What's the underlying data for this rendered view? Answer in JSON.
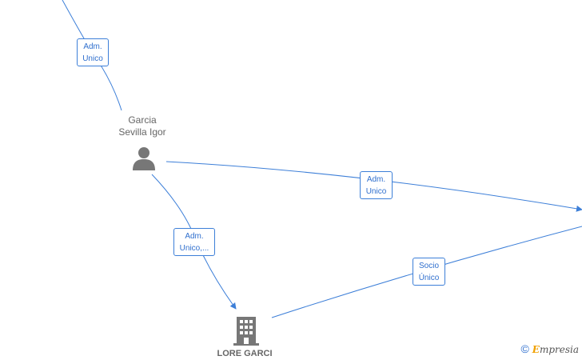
{
  "nodes": {
    "person": {
      "name_line1": "Garcia",
      "name_line2": "Sevilla Igor"
    },
    "company": {
      "name": "LORE GARCI"
    }
  },
  "edges": {
    "top_link": {
      "line1": "Adm.",
      "line2": "Unico"
    },
    "right_link": {
      "line1": "Adm.",
      "line2": "Unico"
    },
    "company_link": {
      "line1": "Adm.",
      "line2": "Unico,..."
    },
    "socio_link": {
      "line1": "Socio",
      "line2": "Único"
    }
  },
  "brand": {
    "copyright": "©",
    "initial": "E",
    "rest": "mpresia"
  },
  "colors": {
    "edge": "#3d7fd8",
    "icon": "#777777"
  }
}
